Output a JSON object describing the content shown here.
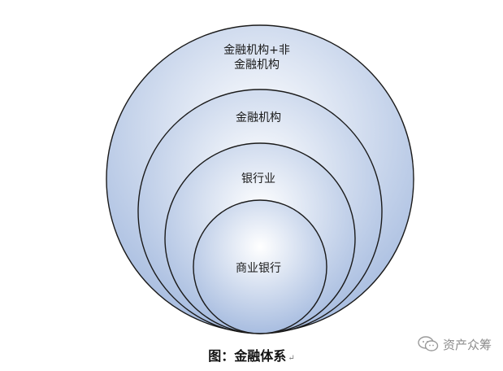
{
  "diagram": {
    "circles": [
      {
        "id": "outer",
        "label_lines": [
          "金融机构+非",
          "金融机构"
        ]
      },
      {
        "id": "financial-institutions",
        "label_lines": [
          "金融机构"
        ]
      },
      {
        "id": "banking-industry",
        "label_lines": [
          "银行业"
        ]
      },
      {
        "id": "commercial-banks",
        "label_lines": [
          "商业银行"
        ]
      }
    ],
    "fill_color_top": "#ffffff",
    "fill_color_bottom": "#a8bde0",
    "stroke_color": "#1a1a1a"
  },
  "caption": {
    "text": "图：金融体系",
    "paragraph_mark": "↵"
  },
  "watermark": {
    "icon": "wechat-icon",
    "text": "资产众筹"
  }
}
